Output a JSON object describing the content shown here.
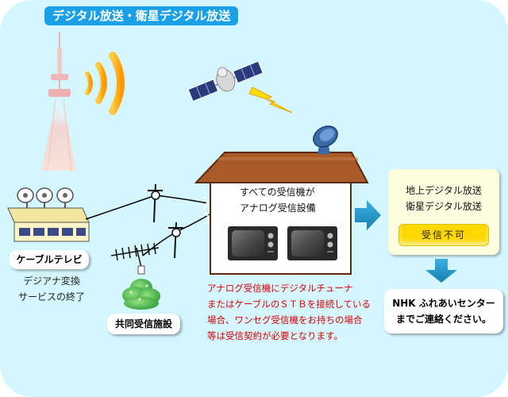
{
  "title": "デジタル放送・衛星デジタル放送",
  "cable": {
    "label": "ケーブルテレビ",
    "note_lines": [
      "デジアナ変換",
      "サービスの終了"
    ]
  },
  "shared_facility": {
    "label": "共同受信施設"
  },
  "house": {
    "text_lines": [
      "すべての受信機が",
      "アナログ受信設備"
    ]
  },
  "warning_lines": [
    "アナログ受信機にデジタルチューナ",
    "またはケーブルのＳＴＢを接続している",
    "場合、ワンセグ受信機をお持ちの場合",
    "等は受信契約が必要となります。"
  ],
  "result": {
    "lines": [
      "地上デジタル放送",
      "衛星デジタル放送"
    ],
    "status": "受信不可"
  },
  "contact_lines": [
    "NHK ふれあいセンター",
    "までご連絡ください。"
  ],
  "colors": {
    "background": "#d4f6ff",
    "title_bg": "#1aa0e6",
    "arrow": "#1d8fc2",
    "warning_text": "#d80000",
    "status_bg": "#ffd700",
    "roof": "#a85a28"
  },
  "icons": [
    "broadcast-tower-icon",
    "radio-wave-icon",
    "satellite-icon",
    "lightning-icon",
    "parabolic-dish-icon",
    "cable-station-icon",
    "utility-pole-icon",
    "yagi-antenna-icon",
    "tree-icon",
    "house-icon",
    "television-icon",
    "arrow-right-icon",
    "arrow-down-icon"
  ]
}
